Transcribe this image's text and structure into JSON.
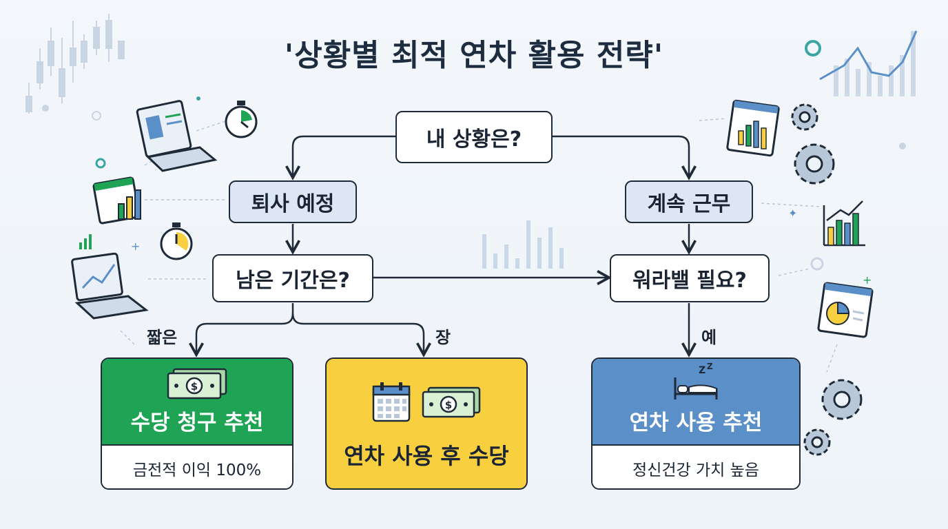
{
  "title": "'상황별 최적 연차 활용 전략'",
  "nodes": {
    "root": "내 상황은?",
    "leave": "퇴사 예정",
    "stay": "계속 근무",
    "remaining": "남은 기간은?",
    "balance": "워라밸 필요?"
  },
  "edge_labels": {
    "short": "짧은",
    "long": "장",
    "yes": "예"
  },
  "outcomes": {
    "allowance": {
      "headline": "수당 청구 추천",
      "sub": "금전적 이익 100%"
    },
    "mixed": {
      "headline": "연차 사용 후 수당"
    },
    "use_leave": {
      "headline": "연차 사용 추천",
      "sub": "정신건강 가치 높음"
    }
  },
  "colors": {
    "green": "#1fa355",
    "yellow": "#f7cf3f",
    "blue": "#5b8fc8",
    "box_light": "#dde7f3",
    "line": "#1f2a38"
  },
  "icons": [
    "money-icon",
    "calendar-icon",
    "bed-icon",
    "laptop-icon",
    "stopwatch-icon",
    "bar-chart-icon",
    "gear-icon",
    "pie-chart-icon"
  ]
}
